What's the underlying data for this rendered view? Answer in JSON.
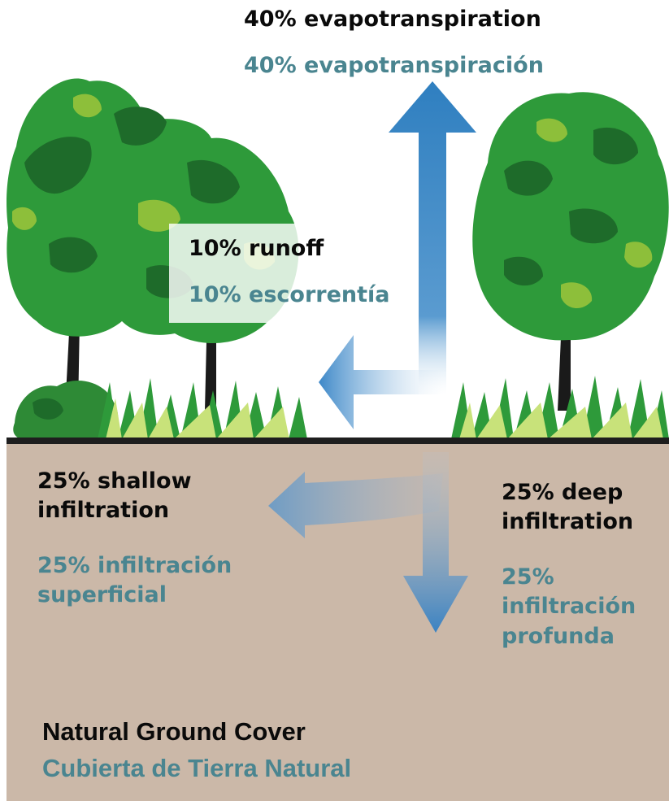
{
  "labels": {
    "evapotranspiration_en": "40% evapotranspiration",
    "evapotranspiration_es": "40% evapotranspiración",
    "runoff_en": "10% runoff",
    "runoff_es": "10% escorrentía",
    "shallow_en_1": "25% shallow",
    "shallow_en_2": "infiltration",
    "shallow_es_1": "25% infiltración",
    "shallow_es_2": "superficial",
    "deep_en_1": "25% deep",
    "deep_en_2": "infiltration",
    "deep_es_1": "25%",
    "deep_es_2": "infiltración",
    "deep_es_3": "profunda"
  },
  "caption": {
    "en": "Natural Ground Cover",
    "es": "Cubierta de Tierra Natural"
  },
  "colors": {
    "soil": "#cbb8a8",
    "ground_line": "#1e1e1e",
    "arrow_blue": "#2f7fc0",
    "foliage_dark": "#1e6b2a",
    "foliage_mid": "#2e9a3a",
    "foliage_light": "#8dbf3a",
    "trunk": "#1a1a1a",
    "spanish_text": "#4a8590"
  }
}
